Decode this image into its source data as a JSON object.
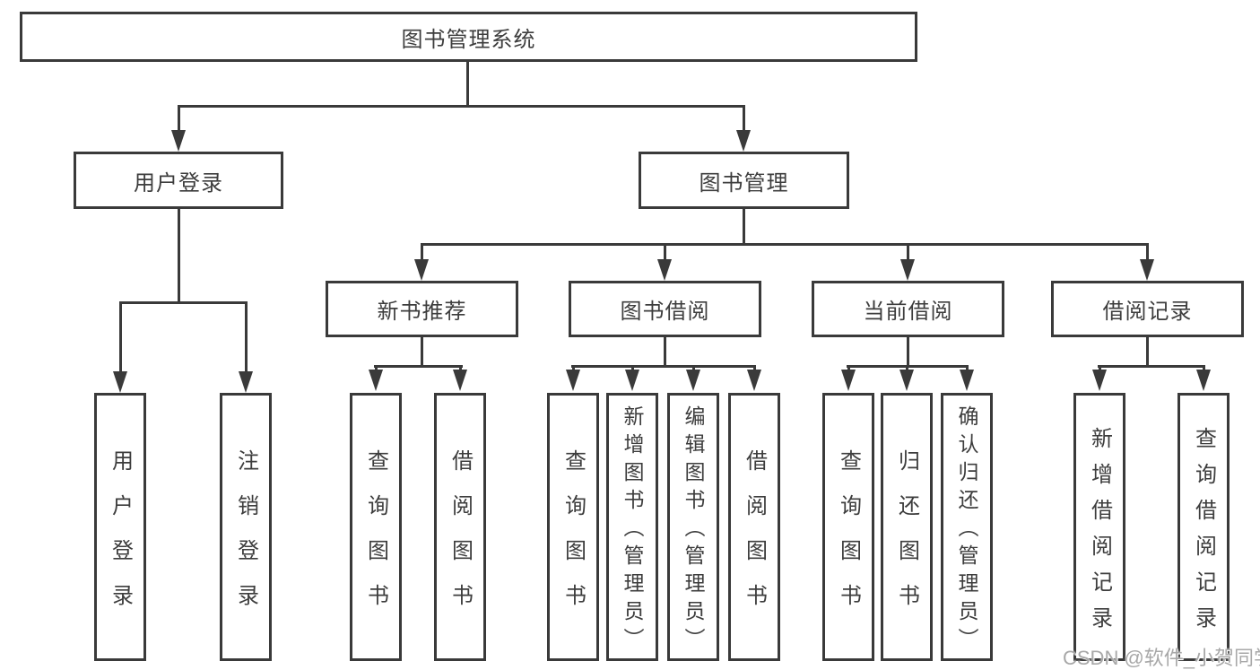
{
  "diagram": {
    "title": "图书管理系统",
    "root": {
      "label": "图书管理系统"
    },
    "level2": [
      {
        "label": "用户登录"
      },
      {
        "label": "图书管理"
      }
    ],
    "level3": [
      {
        "label": "新书推荐",
        "parent": "图书管理"
      },
      {
        "label": "图书借阅",
        "parent": "图书管理"
      },
      {
        "label": "当前借阅",
        "parent": "图书管理"
      },
      {
        "label": "借阅记录",
        "parent": "图书管理"
      }
    ],
    "leaves": [
      {
        "label": "用户登录",
        "parent": "用户登录"
      },
      {
        "label": "注销登录",
        "parent": "用户登录"
      },
      {
        "label": "查询图书",
        "parent": "新书推荐"
      },
      {
        "label": "借阅图书",
        "parent": "新书推荐"
      },
      {
        "label": "查询图书",
        "parent": "图书借阅"
      },
      {
        "label": "新增图书（管理员）",
        "parent": "图书借阅"
      },
      {
        "label": "编辑图书（管理员）",
        "parent": "图书借阅"
      },
      {
        "label": "借阅图书",
        "parent": "图书借阅"
      },
      {
        "label": "查询图书",
        "parent": "当前借阅"
      },
      {
        "label": "归还图书",
        "parent": "当前借阅"
      },
      {
        "label": "确认归还（管理员）",
        "parent": "当前借阅"
      },
      {
        "label": "新增借阅记录",
        "parent": "借阅记录"
      },
      {
        "label": "查询借阅记录",
        "parent": "借阅记录"
      }
    ]
  },
  "watermark": {
    "text": "CSDN @软件_小贺同学"
  },
  "colors": {
    "line": "#3a3a3a",
    "text": "#3d3d3d",
    "background": "#ffffff",
    "watermark_gray": "#a8a8a8"
  }
}
